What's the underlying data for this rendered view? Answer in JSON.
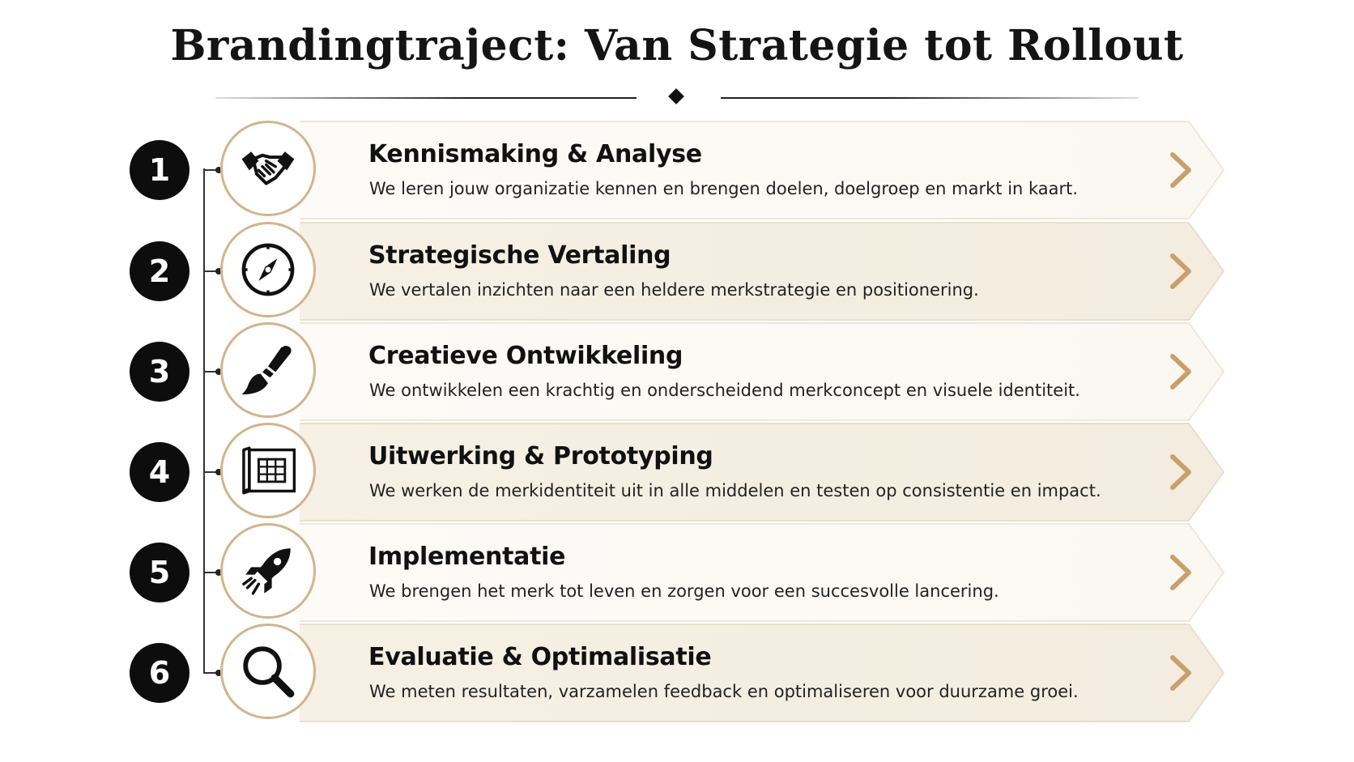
{
  "title": "Brandingtraject: Van Strategie tot Rollout",
  "colors": {
    "accent_gold": "#c9a06b",
    "band_light": "#fcf9f4",
    "band_beige": "#f5eee2",
    "number_bg": "#0d0d0d"
  },
  "steps": [
    {
      "number": "1",
      "icon": "handshake-icon",
      "title": "Kennismaking & Analyse",
      "description": "We leren jouw organizatie kennen en brengen doelen, doelgroep en markt in kaart."
    },
    {
      "number": "2",
      "icon": "compass-icon",
      "title": "Strategische Vertaling",
      "description": "We vertalen inzichten naar een heldere merkstrategie en positionering."
    },
    {
      "number": "3",
      "icon": "paintbrush-icon",
      "title": "Creatieve Ontwikkeling",
      "description": "We ontwikkelen een krachtig en onderscheidend merkconcept en visuele identiteit."
    },
    {
      "number": "4",
      "icon": "blueprint-icon",
      "title": "Uitwerking & Prototyping",
      "description": "We werken de merkidentiteit uit in alle middelen en testen op consistentie en impact."
    },
    {
      "number": "5",
      "icon": "rocket-icon",
      "title": "Implementatie",
      "description": "We brengen het merk tot leven en zorgen voor een succesvolle lancering."
    },
    {
      "number": "6",
      "icon": "magnifier-icon",
      "title": "Evaluatie & Optimalisatie",
      "description": "We meten resultaten, varzamelen feedback en optimaliseren voor duurzame groei."
    }
  ]
}
